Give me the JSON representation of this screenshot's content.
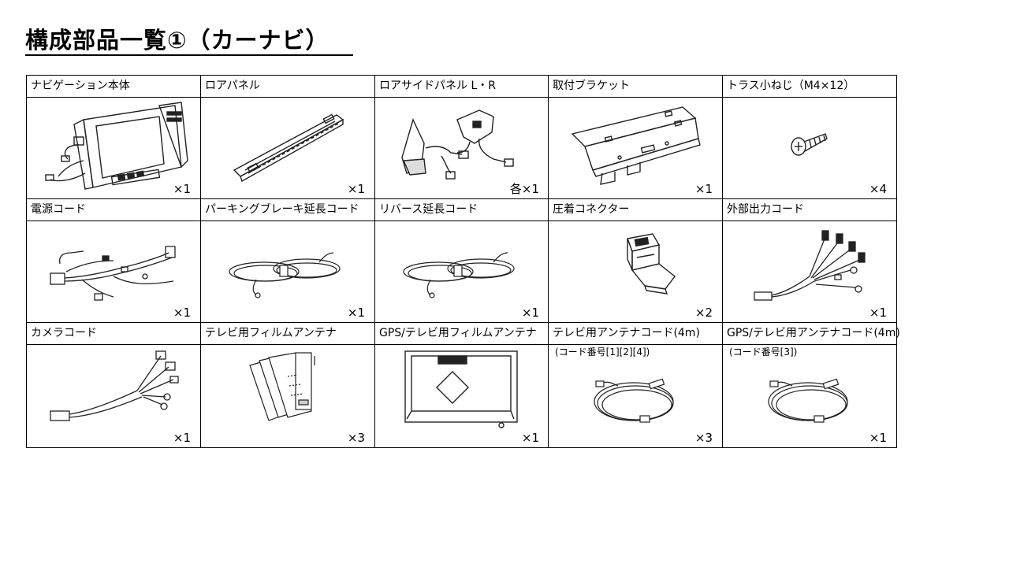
{
  "title": "構成部品一覧①（カーナビ）",
  "parts": [
    {
      "label": "ナビゲーション本体",
      "qty": "×1",
      "icon": "navigation-unit-icon"
    },
    {
      "label": "ロアパネル",
      "qty": "×1",
      "icon": "lower-panel-icon"
    },
    {
      "label": "ロアサイドパネル L・R",
      "qty": "各×1",
      "icon": "lower-side-panel-icon"
    },
    {
      "label": "取付ブラケット",
      "qty": "×1",
      "icon": "mounting-bracket-icon"
    },
    {
      "label": "トラス小ねじ（M4×12）",
      "qty": "×4",
      "icon": "truss-screw-icon"
    },
    {
      "label": "電源コード",
      "qty": "×1",
      "icon": "power-cord-icon"
    },
    {
      "label": "パーキングブレーキ延長コード",
      "qty": "×1",
      "icon": "coiled-cable-icon"
    },
    {
      "label": "リバース延長コード",
      "qty": "×1",
      "icon": "coiled-cable-icon"
    },
    {
      "label": "圧着コネクター",
      "qty": "×2",
      "icon": "crimp-connector-icon"
    },
    {
      "label": "外部出力コード",
      "qty": "×1",
      "icon": "output-cord-icon"
    },
    {
      "label": "カメラコード",
      "qty": "×1",
      "icon": "camera-cord-icon"
    },
    {
      "label": "テレビ用フィルムアンテナ",
      "qty": "×3",
      "icon": "film-antenna-icon"
    },
    {
      "label": "GPS/テレビ用フィルムアンテナ",
      "qty": "×1",
      "icon": "gps-film-antenna-icon"
    },
    {
      "label": "テレビ用アンテナコード(4m)",
      "sublabel": "(コード番号[1][2][4])",
      "qty": "×3",
      "icon": "antenna-cord-icon"
    },
    {
      "label": "GPS/テレビ用アンテナコード(4m)",
      "sublabel": "(コード番号[3])",
      "qty": "×1",
      "icon": "antenna-cord-icon"
    }
  ]
}
